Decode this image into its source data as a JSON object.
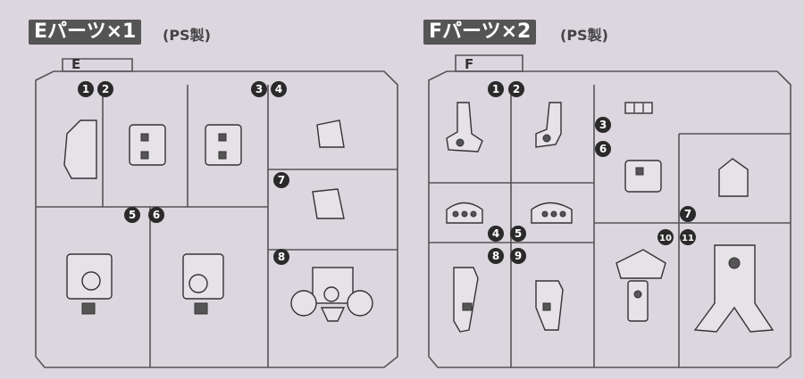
{
  "sheets": [
    {
      "title": "Eパーツ×1",
      "note": "(PS製)",
      "tab": "E",
      "numbers": [
        "1",
        "2",
        "3",
        "4",
        "5",
        "6",
        "7",
        "8"
      ]
    },
    {
      "title": "Fパーツ×2",
      "note": "(PS製)",
      "tab": "F",
      "numbers": [
        "1",
        "2",
        "3",
        "6",
        "4",
        "5",
        "7",
        "8",
        "9",
        "10",
        "11"
      ]
    }
  ]
}
